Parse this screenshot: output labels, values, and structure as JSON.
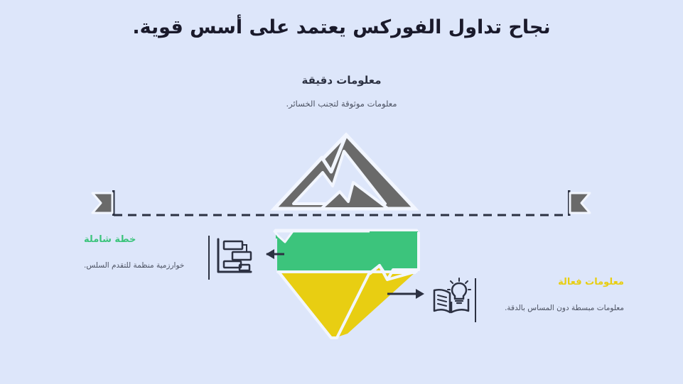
{
  "slide": {
    "background_color": "#dde6fa",
    "title": "نجاح تداول الفوركس يعتمد على أسس قوية."
  },
  "colors": {
    "background": "#dde6fa",
    "title_text": "#1a1a2b",
    "body_text": "#4c5262",
    "gray_mountain": "#6a6a6a",
    "green": "#3cc47c",
    "yellow": "#e8ce12",
    "line_dark": "#2c3142",
    "outline_white": "#f2f6ff"
  },
  "top_block": {
    "heading": "معلومات دقيقة",
    "subtitle": "معلومات موثوقة لتجنب الخسائر.",
    "shape": "mountain-peak",
    "shape_color": "#6a6a6a"
  },
  "left_block": {
    "heading": "خطة شاملة",
    "subtitle": "خوارزمية منظمة للتقدم السلس.",
    "heading_color": "#3cc47c",
    "icon": "gantt-chart-icon",
    "arrow_direction": "left"
  },
  "right_block": {
    "heading": "معلومات فعالة",
    "subtitle": "معلومات مبسطة دون المساس بالدقة.",
    "heading_color": "#e8ce12",
    "icon": "book-lightbulb-icon",
    "arrow_direction": "right"
  },
  "decorations": {
    "horizon_line_style": "dashed",
    "horizon_line_color": "#2c3142",
    "left_flag": "flag-left-icon",
    "right_flag": "flag-right-icon",
    "flag_color": "#6a6a6a",
    "reflection_upper_color": "#3cc47c",
    "reflection_lower_color": "#e8ce12"
  }
}
